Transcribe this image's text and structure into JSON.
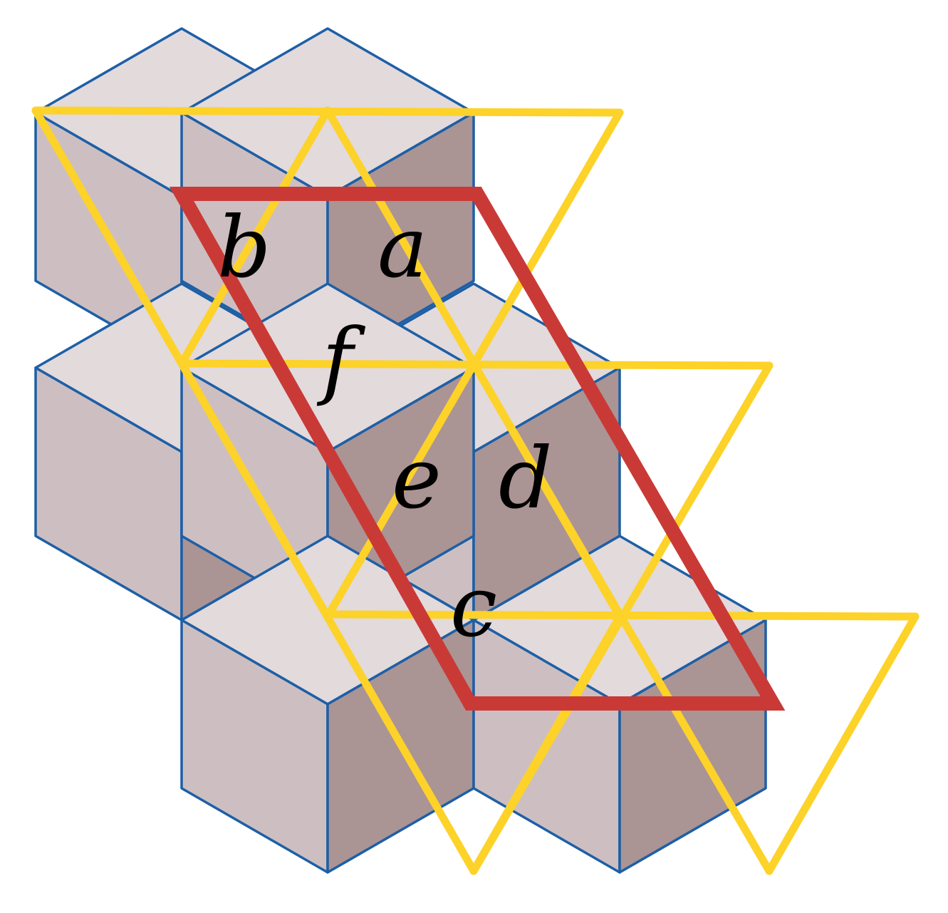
{
  "diagram": {
    "colors": {
      "background": "#ffffff",
      "cube_top": "#e3dadc",
      "cube_left": "#cdbfc1",
      "cube_right": "#ab9494",
      "cube_edge": "#1d5fa6",
      "triangle_lattice": "#fdd229",
      "unit_cell": "#c93a37",
      "label": "#000000"
    },
    "cube_count": 7,
    "labels": {
      "a": "a",
      "b": "b",
      "c": "c",
      "d": "d",
      "e": "e",
      "f": "f"
    }
  }
}
